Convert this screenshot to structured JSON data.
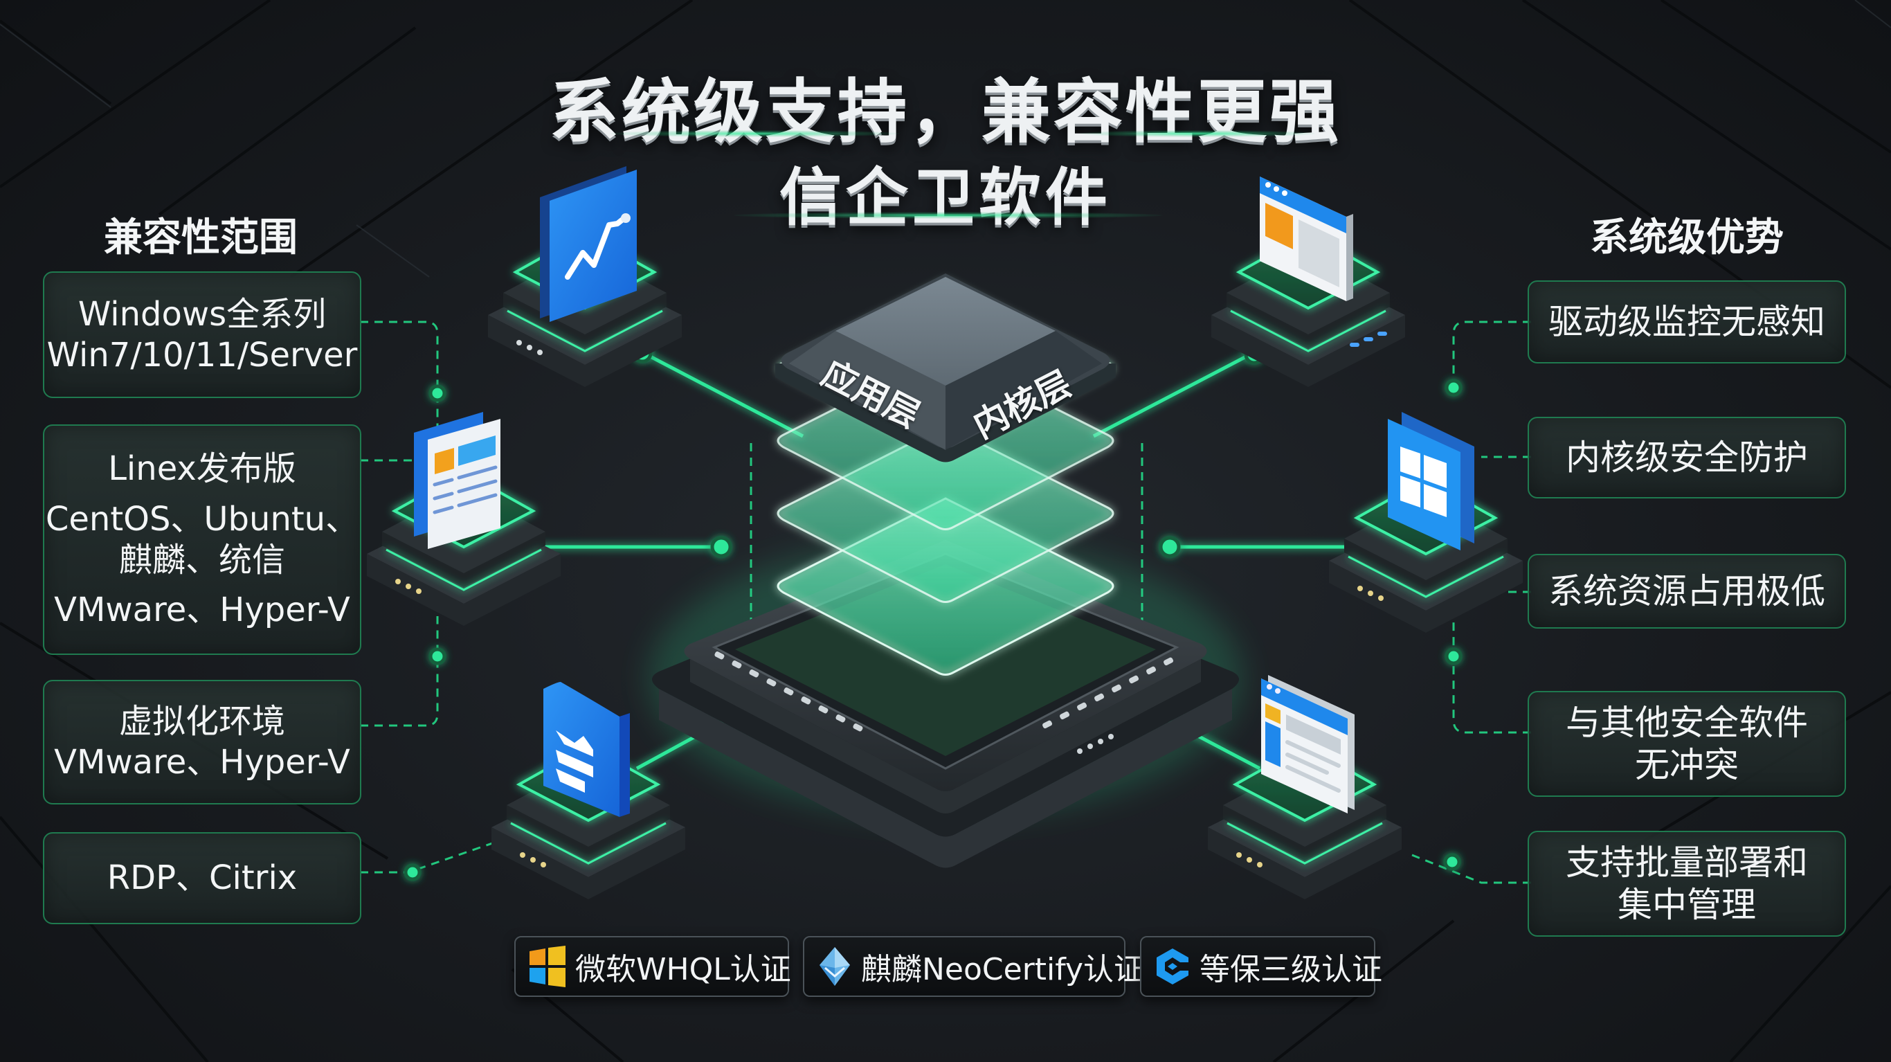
{
  "header": {
    "title": "系统级支持，兼容性更强",
    "subtitle": "信企卫软件"
  },
  "left_panel": {
    "heading": "兼容性范围",
    "cards": [
      {
        "lines": [
          "Windows全系列",
          "Win7/10/11/Server"
        ]
      },
      {
        "lines": [
          "Linex发布版",
          "CentOS、Ubuntu、",
          "麒麟、统信",
          "VMware、Hyper-V"
        ]
      },
      {
        "lines": [
          "虚拟化环境",
          "VMware、Hyper-V"
        ]
      },
      {
        "lines": [
          "RDP、Citrix"
        ]
      }
    ]
  },
  "right_panel": {
    "heading": "系统级优势",
    "cards": [
      {
        "lines": [
          "驱动级监控无感知"
        ]
      },
      {
        "lines": [
          "内核级安全防护"
        ]
      },
      {
        "lines": [
          "系统资源占用极低"
        ]
      },
      {
        "lines": [
          "与其他安全软件",
          "无冲突"
        ]
      },
      {
        "lines": [
          "支持批量部署和",
          "集中管理"
        ]
      }
    ]
  },
  "center_stack": {
    "chip_labels": {
      "left": "应用层",
      "right": "内核层"
    },
    "glass_layers": 4
  },
  "pedestals": [
    {
      "position": "top-left",
      "icon": "line-chart-icon"
    },
    {
      "position": "top-right",
      "icon": "browser-window-icon"
    },
    {
      "position": "mid-left",
      "icon": "document-icon"
    },
    {
      "position": "mid-right",
      "icon": "windows-logo-icon"
    },
    {
      "position": "bottom-left",
      "icon": "shield-chevrons-icon"
    },
    {
      "position": "bottom-right",
      "icon": "web-page-icon"
    }
  ],
  "certifications": [
    {
      "label": "微软WHQL认证",
      "icon": "microsoft-windows-icon"
    },
    {
      "label": "麒麟NeoCertify认证",
      "icon": "kylin-diamond-icon"
    },
    {
      "label": "等保三级认证",
      "icon": "hexagon-shield-icon"
    }
  ],
  "colors": {
    "accent_green": "#2ee89a",
    "card_border": "#1f7a4f",
    "background": "#181b1f",
    "icon_blue": "#1e88f0",
    "icon_orange": "#f29a1a"
  }
}
